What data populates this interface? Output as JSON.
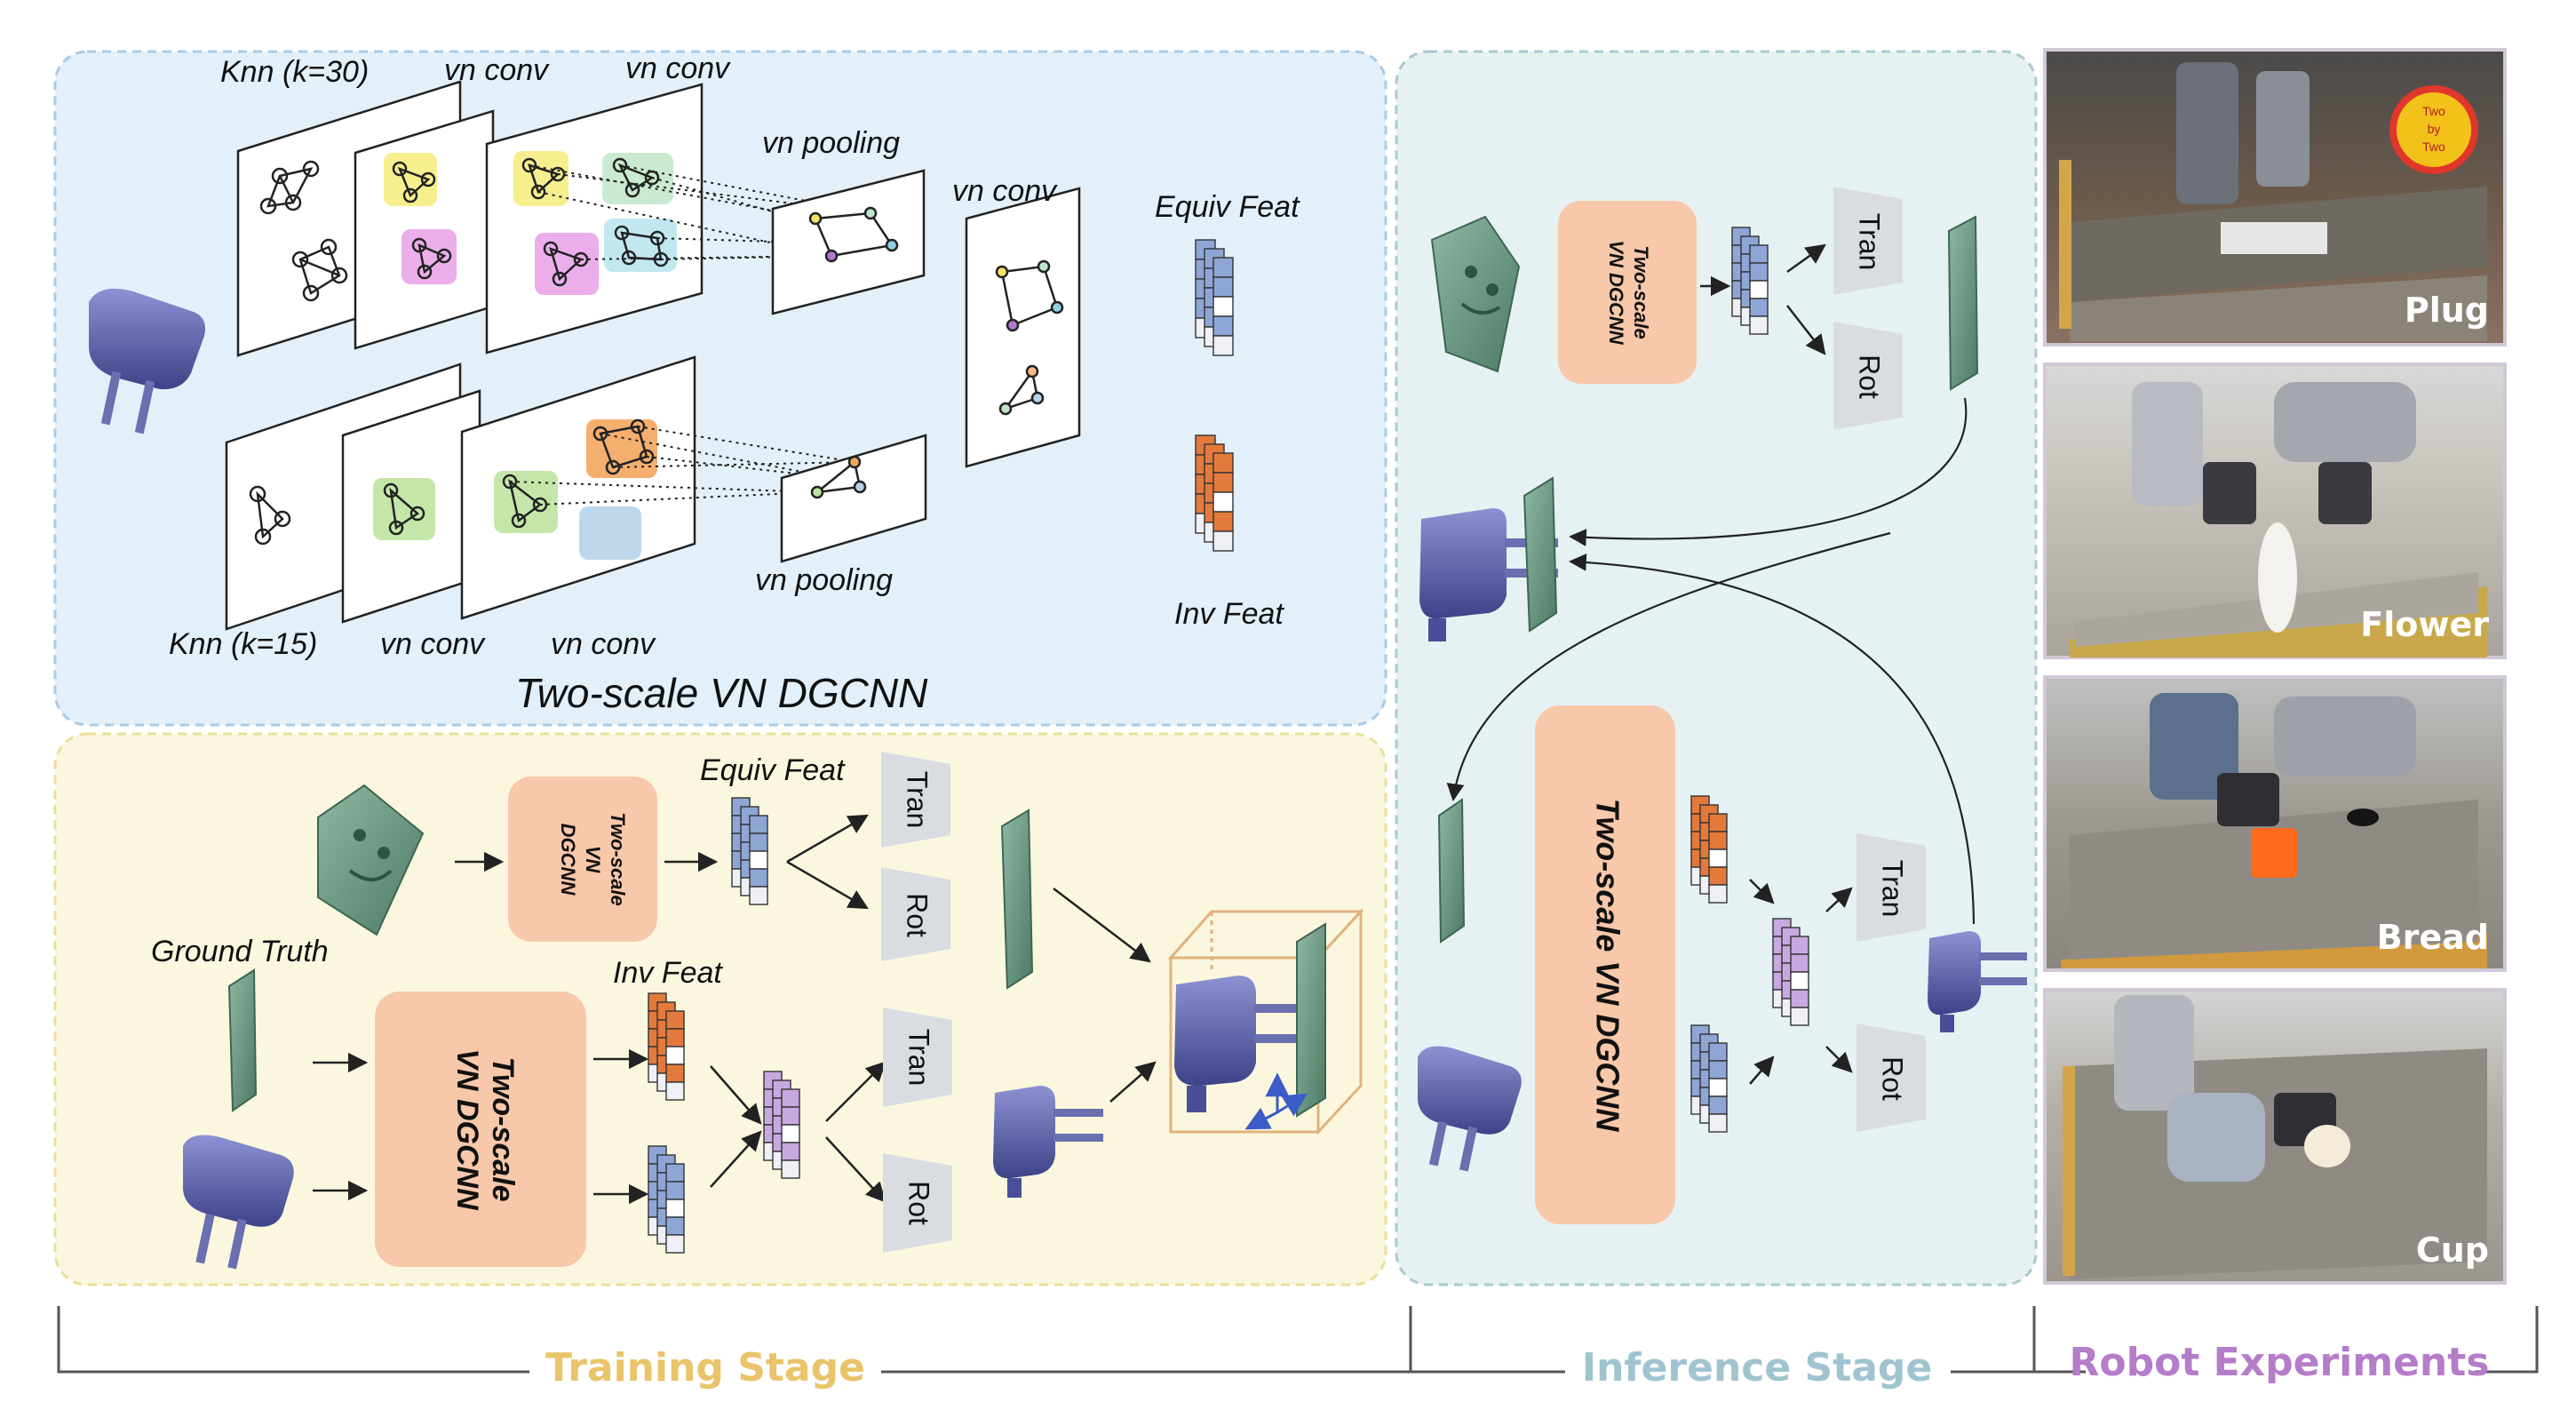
{
  "colors": {
    "top_panel_bg": "#e3f0fa",
    "bottom_panel_bg": "#fbf7df",
    "inference_panel_bg": "#e6f1f3",
    "equiv_blue": "#8ea6d6",
    "inv_orange": "#e37a3c",
    "mixed_purple": "#c8a8e0",
    "salmon_block": "#f7c8aa",
    "plate_green": "#6f9a86",
    "plug_blue": "#5a5fa8",
    "training_label": "#e9c46a",
    "inference_label": "#9fc4cf",
    "robot_label": "#b47cc9"
  },
  "top_panel": {
    "title": "Two-scale VN DGCNN",
    "knn30": "Knn (k=30)",
    "knn15": "Knn (k=15)",
    "vn_conv": "vn conv",
    "vn_pooling": "vn pooling",
    "equiv_feat": "Equiv Feat",
    "inv_feat": "Inv Feat"
  },
  "bottom_panel": {
    "equiv_feat": "Equiv Feat",
    "inv_feat": "Inv Feat",
    "ground_truth": "Ground Truth",
    "small_block": [
      "Two-scale",
      "VN",
      "DGCNN"
    ],
    "big_block": [
      "Two-scale",
      "VN DGCNN"
    ],
    "tran": "Tran",
    "rot": "Rot"
  },
  "inference_panel": {
    "small_block": [
      "Two-scale",
      "VN DGCNN"
    ],
    "big_block": "Two-scale VN DGCNN",
    "tran": "Tran",
    "rot": "Rot"
  },
  "robot_photos": [
    "Plug",
    "Flower",
    "Bread",
    "Cup"
  ],
  "photo_icons": {
    "sign_text": [
      "Two",
      "by",
      "Two"
    ]
  },
  "stages": {
    "training": "Training Stage",
    "inference": "Inference Stage",
    "robot": "Robot Experiments"
  }
}
